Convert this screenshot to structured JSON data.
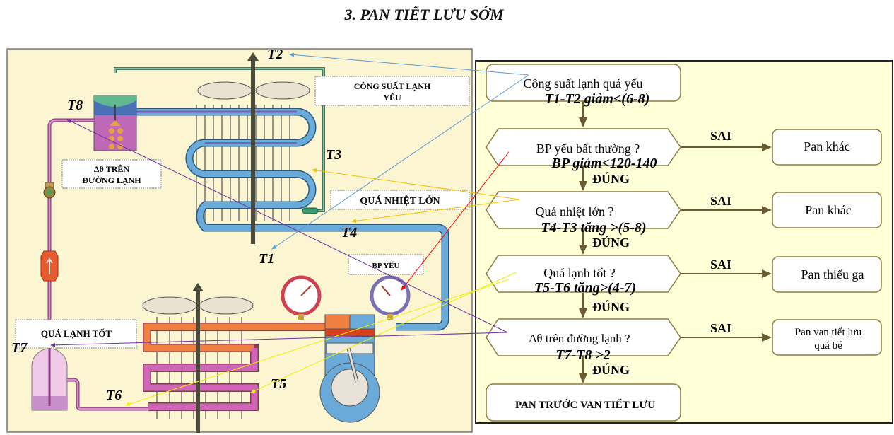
{
  "title": "3. PAN TIẾT LƯU SỚM",
  "schematic": {
    "sensor_labels": [
      "T1",
      "T2",
      "T3",
      "T4",
      "T5",
      "T6",
      "T7",
      "T8"
    ],
    "callouts": {
      "cong_suat": [
        "CÔNG SUẤT LẠNH",
        "YẾU"
      ],
      "delta_theta": [
        "Δθ TRÊN",
        "ĐƯỜNG LẠNH"
      ],
      "qua_nhiet": "QUÁ NHIỆT LỚN",
      "bp_yeu": "BP YẾU",
      "qua_lanh": "QUÁ LẠNH TỐT"
    },
    "colors": {
      "background": "#fbf5d2",
      "evaporator_pipe": "#6aaad8",
      "condenser_pipe": "#d066b8",
      "hot_pipe": "#f08040",
      "arrow_shaft": "#4a4a3a"
    }
  },
  "flowchart": {
    "start": {
      "text": "Công suất lạnh quá yếu",
      "criterion": "T1-T2 giảm<(6-8)"
    },
    "steps": [
      {
        "question": "BP yếu bất thường ?",
        "criterion": "BP giảm<120-140",
        "yes_label": "ĐÚNG",
        "no_label": "SAI",
        "no_result": [
          "Pan khác"
        ]
      },
      {
        "question": "Quá nhiệt lớn ?",
        "criterion": "T4-T3 tăng >(5-8)",
        "yes_label": "ĐÚNG",
        "no_label": "SAI",
        "no_result": [
          "Pan khác"
        ]
      },
      {
        "question": "Quá lạnh tốt ?",
        "criterion": "T5-T6 tăng>(4-7)",
        "yes_label": "ĐÚNG",
        "no_label": "SAI",
        "no_result": [
          "Pan thiếu ga"
        ]
      },
      {
        "question": "Δθ trên đường lạnh ?",
        "criterion": "T7-T8 >2",
        "yes_label": "ĐÚNG",
        "no_label": "SAI",
        "no_result": [
          "Pan van tiết lưu",
          "quá bé"
        ]
      }
    ],
    "end": "PAN TRƯỚC VAN TIẾT LƯU",
    "colors": {
      "panel": "#ffffd8",
      "box_border": "#8a7a40",
      "connector": "#6a5a30"
    }
  }
}
